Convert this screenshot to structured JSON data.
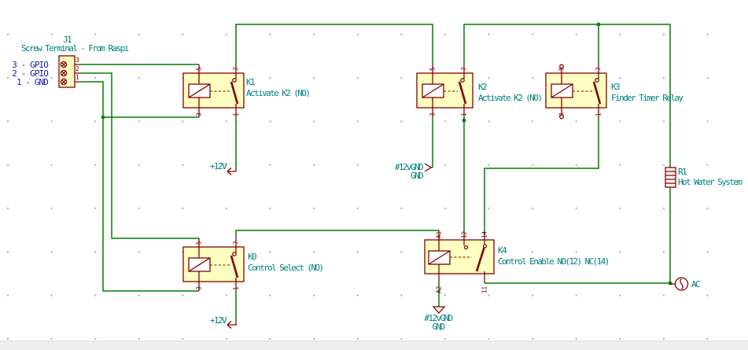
{
  "colors": {
    "wire": "#007f00",
    "component": "#840000",
    "component_fill": "#ffffc2",
    "field_text": "#008080",
    "net_label": "#1a1aa6",
    "grid_dot": "#b4b4b4",
    "footer": "#efefef"
  },
  "connector": {
    "ref": "J1",
    "value": "Screw Terminal - From Raspi",
    "pin_numbers": [
      "3",
      "2",
      "1"
    ],
    "net_labels": [
      "3 - GPIO",
      "2 - GPIO",
      "1 - GND"
    ]
  },
  "relays": {
    "k1": {
      "ref": "K1",
      "value": "Activate K2 (NO)",
      "pins": [
        "5",
        "7",
        "3",
        "1"
      ]
    },
    "k2": {
      "ref": "K2",
      "value": "Activate K2 (NO)",
      "pins": [
        "5",
        "7",
        "3",
        "1"
      ]
    },
    "k3": {
      "ref": "K3",
      "value": "Finder Timer Relay",
      "pins": [
        "5",
        "7",
        "3",
        "1"
      ]
    },
    "k0": {
      "ref": "K0",
      "value": "Control Select (NO)",
      "pins": [
        "5",
        "7",
        "3",
        "1"
      ]
    },
    "k4": {
      "ref": "K4",
      "value": "Control Enable NO(12) NC(14)",
      "pins": [
        "A1",
        "12",
        "14",
        "A2",
        "11"
      ]
    }
  },
  "resistor": {
    "ref": "R1",
    "value": "Hot Water System"
  },
  "ac_source": {
    "label": "AC"
  },
  "power": {
    "plus12v_k1": "+12V",
    "plus12v_k0": "+12V",
    "gnd_k2_line1": "#12vGND",
    "gnd_k2_line2": "GND",
    "gnd_k4_line1": "#12vGND",
    "gnd_k4_line2": "GND"
  }
}
